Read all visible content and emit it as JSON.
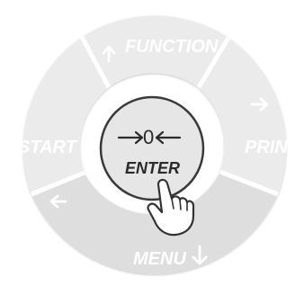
{
  "keypad": {
    "top": {
      "label": "FUNCTION",
      "arrow_icon": "arrow-up-icon"
    },
    "right": {
      "label": "PRINT",
      "arrow_icon": "arrow-right-icon"
    },
    "bottom": {
      "label": "MENU",
      "arrow_icon": "arrow-down-icon"
    },
    "left": {
      "label": "START",
      "arrow_icon": "arrow-left-icon"
    },
    "center": {
      "zero_symbol": "0",
      "label": "ENTER",
      "icon": "zero-center-icon",
      "pointer_icon": "pointing-hand-icon"
    },
    "colors": {
      "segment_fill": "#e9e9e9",
      "segment_text": "#ffffff",
      "bottom_segment_fill": "#d9d9d9",
      "center_fill": "#e6e6e6",
      "center_stroke": "#3a3a3a",
      "center_text": "#2b2b2b"
    }
  }
}
